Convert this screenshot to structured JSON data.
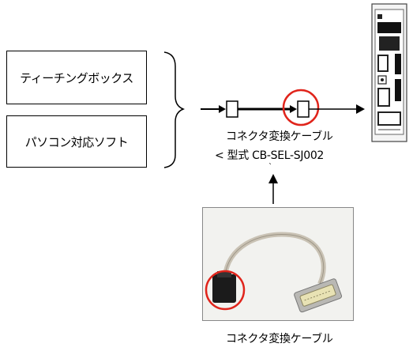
{
  "devices": {
    "teaching_box": "ティーチングボックス",
    "pc_software": "パソコン対応ソフト"
  },
  "cable": {
    "name": "コネクタ変換ケーブル",
    "model": "< 型式 CB-SEL-SJ002",
    "model_tick": "`"
  },
  "photo": {
    "caption": "コネクタ変換ケーブル"
  },
  "colors": {
    "highlight_circle": "#e0241b",
    "line": "#000000"
  }
}
